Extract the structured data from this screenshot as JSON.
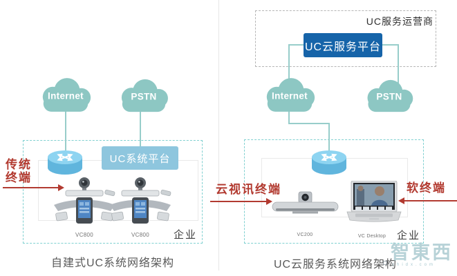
{
  "left_panel": {
    "internet_cloud": "Internet",
    "pstn_cloud": "PSTN",
    "platform": "UC系统平台",
    "terminal_label": "传统\n终端",
    "device_1_label": "VC800",
    "device_2_label": "VC800",
    "enterprise_label": "企业",
    "caption": "自建式UC系统网络架构"
  },
  "right_panel": {
    "operator_label": "UC服务运营商",
    "platform": "UC云服务平台",
    "internet_cloud": "Internet",
    "pstn_cloud": "PSTN",
    "video_terminal_label": "云视讯终端",
    "soft_terminal_label": "软终端",
    "device_1_label": "VC200",
    "device_2_label": "VC Desktop",
    "enterprise_label": "企业",
    "caption": "UC云服务系统网络架构"
  },
  "watermark": {
    "text": "智東西",
    "subtext": "zhidx.com"
  },
  "colors": {
    "cloud_teal": "#8dc7c3",
    "platform_light_blue": "#8ec6de",
    "platform_dark_blue": "#1664a9",
    "annotation_red": "#b23a30",
    "zone_dashed_teal": "#7fd0d0"
  }
}
